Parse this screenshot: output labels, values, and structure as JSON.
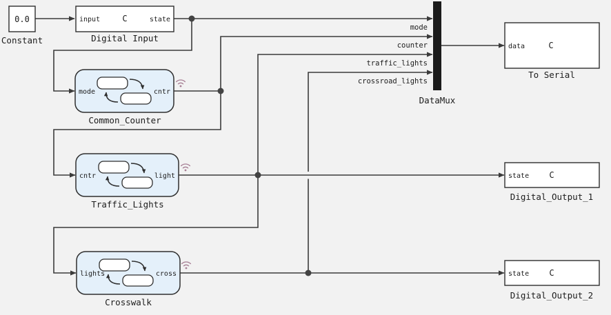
{
  "colors": {
    "canvas_bg": "#f2f2f2",
    "block_fill": "#ffffff",
    "block_border": "#2e2e2e",
    "chart_fill": "#e4f0fa",
    "wire": "#3b3b3b",
    "mux_fill": "#1b1b1b",
    "wifi_icon": "#a77f95",
    "text": "#1c1c1c"
  },
  "blocks": {
    "constant": {
      "value": "0.0",
      "label": "Constant"
    },
    "digital_input": {
      "label": "Digital Input",
      "ports": {
        "in": "input",
        "center": "C",
        "out": "state"
      }
    },
    "common_counter": {
      "label": "Common_Counter",
      "ports": {
        "in": "mode",
        "out": "cntr"
      }
    },
    "traffic_lights": {
      "label": "Traffic_Lights",
      "ports": {
        "in": "cntr",
        "out": "light"
      }
    },
    "crosswalk": {
      "label": "Crosswalk",
      "ports": {
        "in": "lights",
        "out": "cross"
      }
    },
    "datamux": {
      "label": "DataMux",
      "input_labels": [
        "mode",
        "counter",
        "traffic_lights",
        "crossroad_lights"
      ]
    },
    "to_serial": {
      "label": "To Serial",
      "ports": {
        "in": "data",
        "center": "C"
      }
    },
    "digital_output_1": {
      "label": "Digital_Output_1",
      "ports": {
        "in": "state",
        "center": "C"
      }
    },
    "digital_output_2": {
      "label": "Digital_Output_2",
      "ports": {
        "in": "state",
        "center": "C"
      }
    }
  }
}
